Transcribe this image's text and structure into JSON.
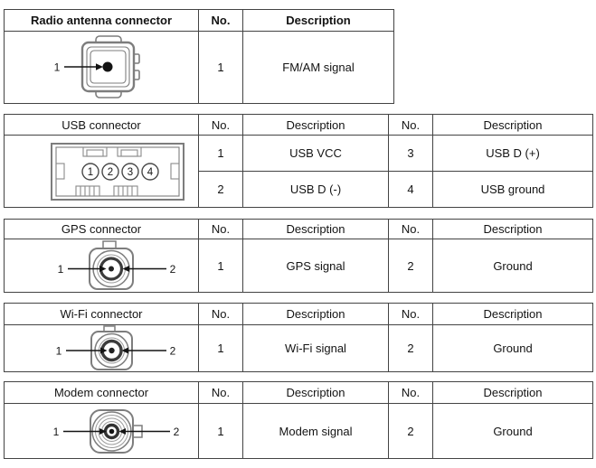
{
  "colors": {
    "background": "#ffffff",
    "border": "#434343",
    "text": "#141414",
    "diagram_outline": "#7d7d7d",
    "diagram_dark": "#141414"
  },
  "radio_table": {
    "title": "Radio antenna connector",
    "no_header": "No.",
    "desc_header": "Description",
    "row": {
      "no": "1",
      "desc": "FM/AM signal"
    },
    "diagram": {
      "pin1_label": "1"
    }
  },
  "usb_table": {
    "title": "USB connector",
    "no_header_1": "No.",
    "desc_header_1": "Description",
    "no_header_2": "No.",
    "desc_header_2": "Description",
    "rows": [
      {
        "no_left": "1",
        "desc_left": "USB VCC",
        "no_right": "3",
        "desc_right": "USB D (+)"
      },
      {
        "no_left": "2",
        "desc_left": "USB D (-)",
        "no_right": "4",
        "desc_right": "USB ground"
      }
    ],
    "diagram": {
      "pin_labels": [
        "1",
        "2",
        "3",
        "4"
      ]
    }
  },
  "gps_table": {
    "title": "GPS connector",
    "no_header_1": "No.",
    "desc_header_1": "Description",
    "no_header_2": "No.",
    "desc_header_2": "Description",
    "row": {
      "no_left": "1",
      "desc_left": "GPS signal",
      "no_right": "2",
      "desc_right": "Ground"
    },
    "diagram": {
      "pin1_label": "1",
      "pin2_label": "2"
    }
  },
  "wifi_table": {
    "title": "Wi-Fi connector",
    "no_header_1": "No.",
    "desc_header_1": "Description",
    "no_header_2": "No.",
    "desc_header_2": "Description",
    "row": {
      "no_left": "1",
      "desc_left": "Wi-Fi signal",
      "no_right": "2",
      "desc_right": "Ground"
    },
    "diagram": {
      "pin1_label": "1",
      "pin2_label": "2"
    }
  },
  "modem_table": {
    "title": "Modem connector",
    "no_header_1": "No.",
    "desc_header_1": "Description",
    "no_header_2": "No.",
    "desc_header_2": "Description",
    "row": {
      "no_left": "1",
      "desc_left": "Modem signal",
      "no_right": "2",
      "desc_right": "Ground"
    },
    "diagram": {
      "pin1_label": "1",
      "pin2_label": "2"
    }
  }
}
